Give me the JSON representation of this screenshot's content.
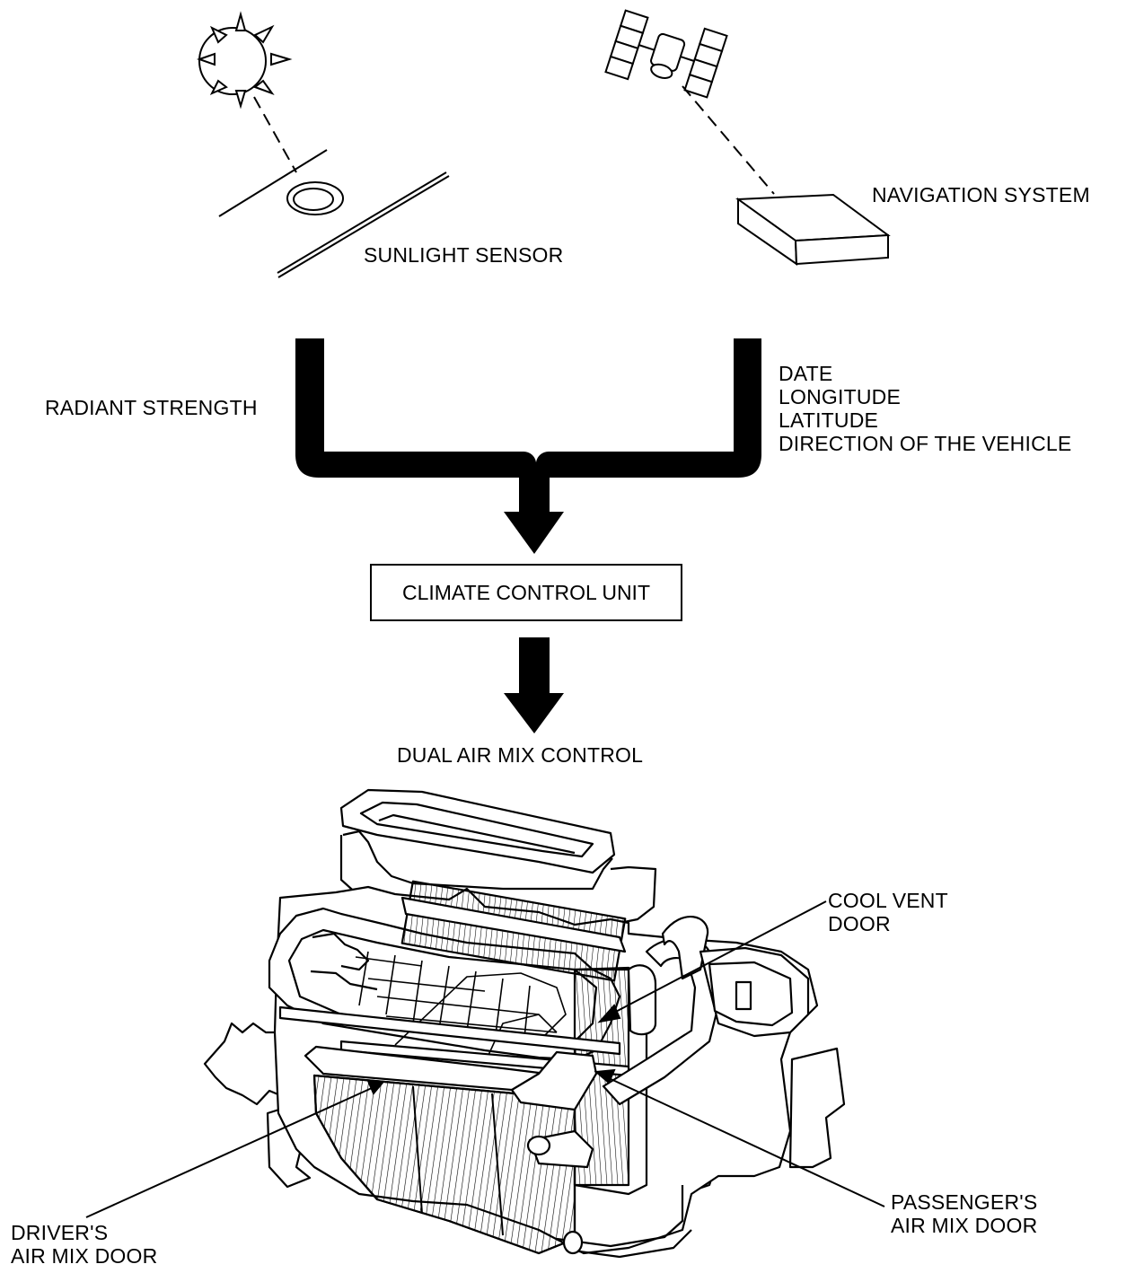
{
  "labels": {
    "navigation_system": "NAVIGATION SYSTEM",
    "sunlight_sensor": "SUNLIGHT SENSOR",
    "radiant_strength": "RADIANT STRENGTH",
    "nav_outputs": [
      "DATE",
      "LONGITUDE",
      "LATITUDE",
      "DIRECTION OF THE VEHICLE"
    ],
    "climate_control_unit": "CLIMATE CONTROL UNIT",
    "dual_air_mix_control": "DUAL AIR MIX CONTROL",
    "cool_vent_door": [
      "COOL VENT",
      "DOOR"
    ],
    "passengers_air_mix_door": [
      "PASSENGER'S",
      "AIR MIX DOOR"
    ],
    "drivers_air_mix_door": [
      "DRIVER'S",
      "AIR MIX DOOR"
    ]
  }
}
